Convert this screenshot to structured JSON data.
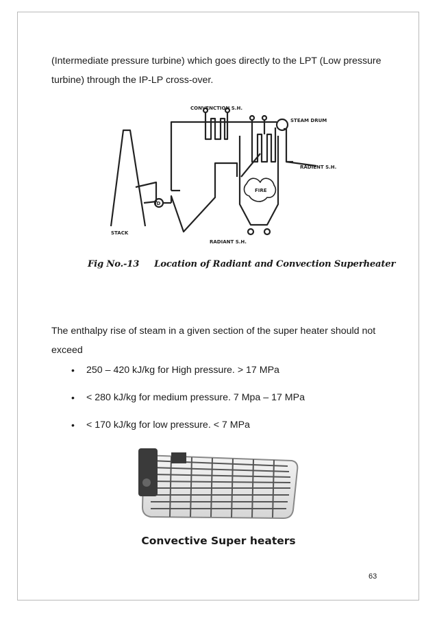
{
  "paragraph_1": "(Intermediate pressure turbine) which goes directly to the LPT (Low pressure turbine) through the IP-LP cross-over.",
  "figure_13": {
    "labels": {
      "convection": "CONVENCTION S.H.",
      "steam_drum": "STEAM DRUM",
      "radient": "RADIENT S.H.",
      "fire": "FIRE",
      "id": "ID",
      "stack": "STACK",
      "radiant": "RADIANT S.H."
    },
    "caption": "Fig No.-13     Location of Radiant and Convection Superheater"
  },
  "paragraph_2": "The enthalpy rise of steam in a given section of the super heater should not exceed",
  "bullets": [
    "250 – 420 kJ/kg for High pressure. > 17 MPa",
    "< 280 kJ/kg for medium pressure. 7 Mpa – 17 MPa",
    "< 170 kJ/kg for low pressure. < 7 MPa"
  ],
  "bullet_symbol": "•",
  "photo_caption": "Convective Super heaters",
  "page_number": "63"
}
